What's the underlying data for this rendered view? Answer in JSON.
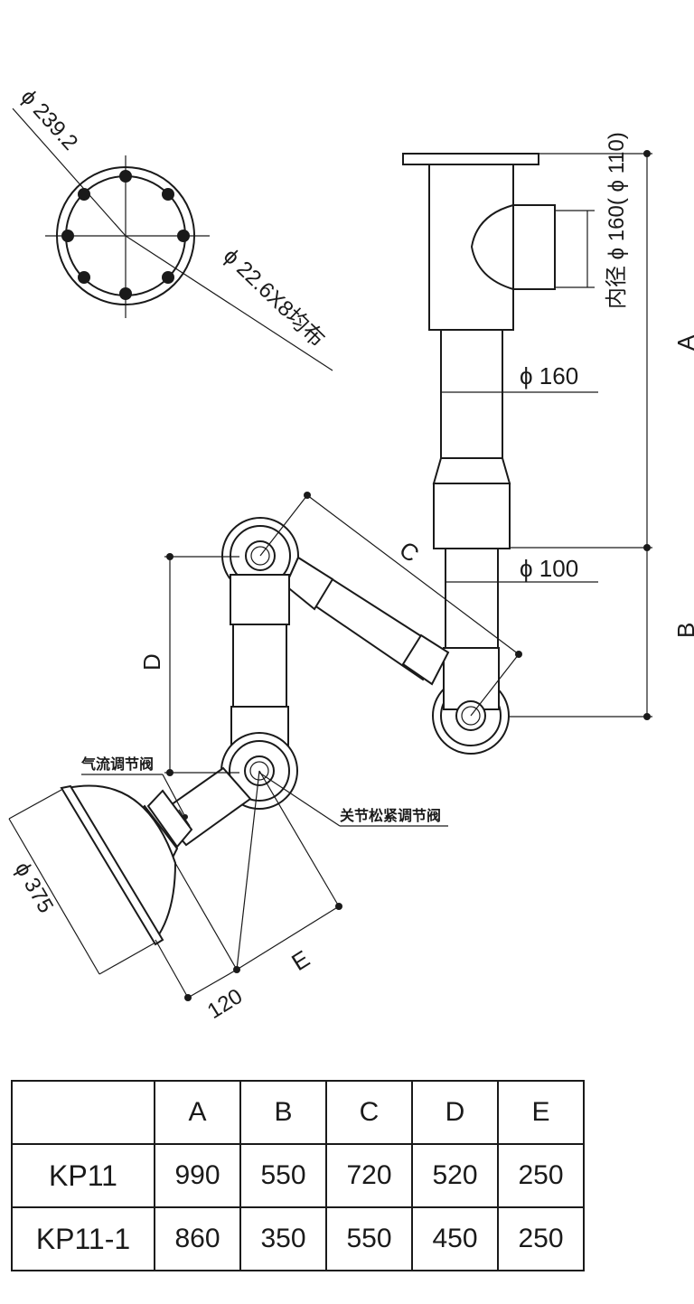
{
  "labels": {
    "flange_pcd": "ϕ 239.2",
    "flange_holes": "ϕ 22.6X8均布",
    "inner_diameter": "内径 ϕ 160( ϕ 110)",
    "phi_160": "ϕ 160",
    "phi_100": "ϕ 100",
    "phi_375": "ϕ 375",
    "dim_120": "120",
    "dim_A": "A",
    "dim_B": "B",
    "dim_C": "C",
    "dim_D": "D",
    "dim_E": "E",
    "airflow_valve": "气流调节阀",
    "joint_valve": "关节松紧调节阀"
  },
  "table": {
    "headers": [
      "",
      "A",
      "B",
      "C",
      "D",
      "E"
    ],
    "rows": [
      [
        "KP11",
        "990",
        "550",
        "720",
        "520",
        "250"
      ],
      [
        "KP11-1",
        "860",
        "350",
        "550",
        "450",
        "250"
      ]
    ]
  }
}
